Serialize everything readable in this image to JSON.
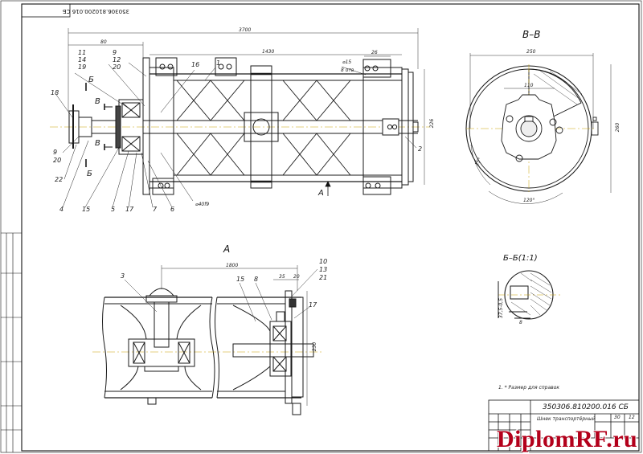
{
  "drawing": {
    "doc_number": "350306.810200.016 СБ",
    "doc_number_rotated": "350306.810200.016 СБ",
    "product_name": "Шнек транспортёрный",
    "sheet_no": "30",
    "sheets_total": "12",
    "note": "1. * Размер для справок",
    "watermark": "DiplomRF.ru"
  },
  "views": {
    "main": {
      "title": ""
    },
    "vv": {
      "title": "В–В"
    },
    "a": {
      "title": "А"
    },
    "bb": {
      "title": "Б–Б(1:1)"
    }
  },
  "dimensions": {
    "overall": "3700",
    "left": "80",
    "middle": "1430",
    "d15": "⌀15",
    "holes": "8 отв",
    "right_26": "26",
    "height_226": "226",
    "shaft_dia": "⌀40f9",
    "circle_250": "250",
    "inner_110": "110",
    "height_260": "260",
    "angle_15": "15°",
    "angle_120": "120°",
    "a_1800": "1800",
    "a_35": "35",
    "a_20": "20",
    "a_230": "230",
    "bb_8": "8",
    "bb_h": "37,5-0,5"
  },
  "leaders": {
    "p1": "1",
    "p2": "2",
    "p3": "3",
    "p4": "4",
    "p5": "5",
    "p6": "6",
    "p7": "7",
    "p8": "8",
    "p9": "9",
    "p10": "10",
    "p11": "11",
    "p12": "12",
    "p13": "13",
    "p14": "14",
    "p15": "15",
    "p16": "16",
    "p17": "17",
    "p18": "18",
    "p19": "19",
    "p20": "20",
    "p21": "21",
    "p22": "22",
    "p9b": "9",
    "p20b": "20",
    "p15b": "15",
    "p8b": "8",
    "p17b": "17",
    "sectionB": "Б",
    "sectionV": "В",
    "viewA": "А"
  }
}
